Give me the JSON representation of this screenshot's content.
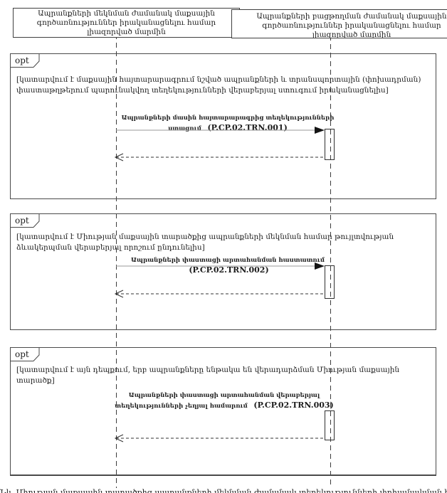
{
  "diagram": {
    "participants": [
      {
        "label": "Ապրանքների մեկնման ժամանակ մաքսային գործառնություններ իրականացնելու համար լիազորված մարմին"
      },
      {
        "label": "Ապրանքների բացթողման ժամանակ մաքսային գործառնություններ իրականացնելու համար լիազորված մարմին"
      }
    ],
    "fragments": [
      {
        "operator": "opt",
        "guard": "[կատարվում է մաքսային հայտարարագրում նշված ապրանքների և տրանսպորտային (փոխադրման) փաստաթղթերում պարունակվող տեղեկությունների վերաբերյալ ստուգում իրականացնելիս]",
        "message": {
          "label": "Ապրանքների մասին հայտարարագրից տեղեկությունների ստացում",
          "code": "(P.CP.02.TRN.001)"
        }
      },
      {
        "operator": "opt",
        "guard": "[կատարվում է Միության մաքսային տարածքից ապրանքների մեկնման համար թույլտվության ձևակերպման վերաբերյալ որոշում ընդունելիս]",
        "message": {
          "label": "Ապրանքների փաստացի արտահանման հաստատում",
          "code": "(P.CP.02.TRN.002)"
        }
      },
      {
        "operator": "opt",
        "guard": "[կատարվում է այն դեպքում, երբ ապրանքները ենթակա են վերադարձման Միության մաքսային տարածք]",
        "message": {
          "label": "Ապրանքների փաստացի արտահանման վերաբերյալ տեղեկությունների չեղյալ համարում",
          "code": "(P.CP.02.TRN.003)"
        }
      }
    ],
    "caption": "Նկ. Միության մաքսային տարածքից ապրանքների մեկնման ժամանակ տեղեկությունների փոխանակման հաջորդականության դիագրամ"
  }
}
